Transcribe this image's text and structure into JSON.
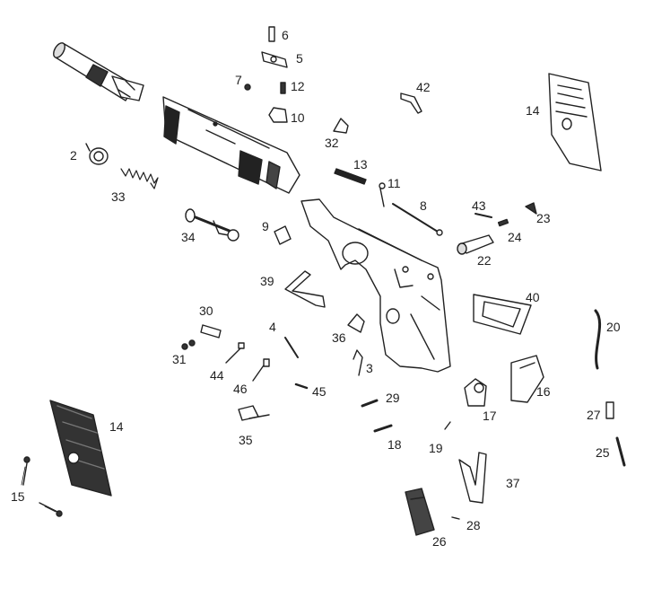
{
  "labels": {
    "n6": "6",
    "n5": "5",
    "n7": "7",
    "n12": "12",
    "n42": "42",
    "n10": "10",
    "n14a": "14",
    "n32": "32",
    "n2": "2",
    "n13": "13",
    "n11": "11",
    "n33": "33",
    "n8": "8",
    "n43": "43",
    "n23": "23",
    "n9": "9",
    "n34": "34",
    "n24": "24",
    "n22": "22",
    "n39": "39",
    "n40": "40",
    "n30": "30",
    "n4": "4",
    "n20": "20",
    "n36": "36",
    "n31": "31",
    "n3": "3",
    "n44": "44",
    "n16": "16",
    "n46": "46",
    "n45": "45",
    "n29": "29",
    "n14b": "14",
    "n27": "27",
    "n17": "17",
    "n35": "35",
    "n18": "18",
    "n19": "19",
    "n25": "25",
    "n37": "37",
    "n15": "15",
    "n28": "28",
    "n26": "26"
  },
  "colors": {
    "ink": "#222222",
    "background": "#ffffff"
  }
}
